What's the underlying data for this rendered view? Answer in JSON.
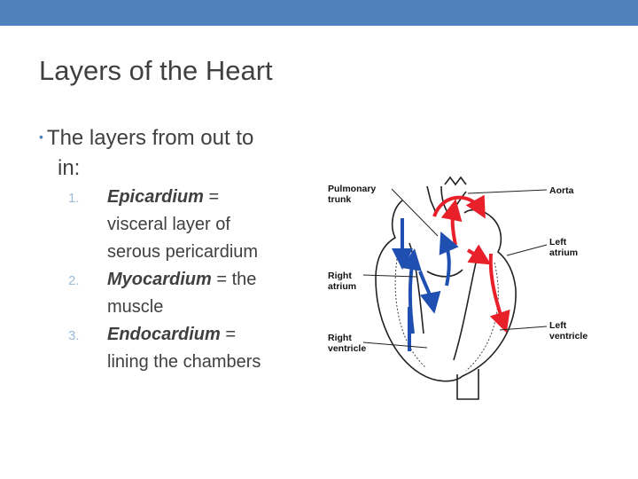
{
  "slide": {
    "title": "Layers of the Heart",
    "bullet": {
      "symbol": "•",
      "text_line1": "The layers from out to",
      "text_line2": "in:"
    },
    "items": [
      {
        "number": "1.",
        "term": "Epicardium",
        "rest_line1": " =",
        "lines": [
          "visceral layer of",
          "serous pericardium"
        ]
      },
      {
        "number": "2.",
        "term": "Myocardium",
        "rest_line1": " = the",
        "lines": [
          "muscle"
        ]
      },
      {
        "number": "3.",
        "term": "Endocardium",
        "rest_line1": "  =",
        "lines": [
          "lining the chambers"
        ]
      }
    ]
  },
  "diagram": {
    "labels": {
      "pulmonary_trunk_1": "Pulmonary",
      "pulmonary_trunk_2": "trunk",
      "aorta": "Aorta",
      "left_atrium_1": "Left",
      "left_atrium_2": "atrium",
      "right_atrium_1": "Right",
      "right_atrium_2": "atrium",
      "left_ventricle_1": "Left",
      "left_ventricle_2": "ventricle",
      "right_ventricle_1": "Right",
      "right_ventricle_2": "ventricle"
    },
    "colors": {
      "oxygenated": "#e8202a",
      "deoxygenated": "#1f4fb0",
      "accent": "#4f81bd"
    }
  }
}
